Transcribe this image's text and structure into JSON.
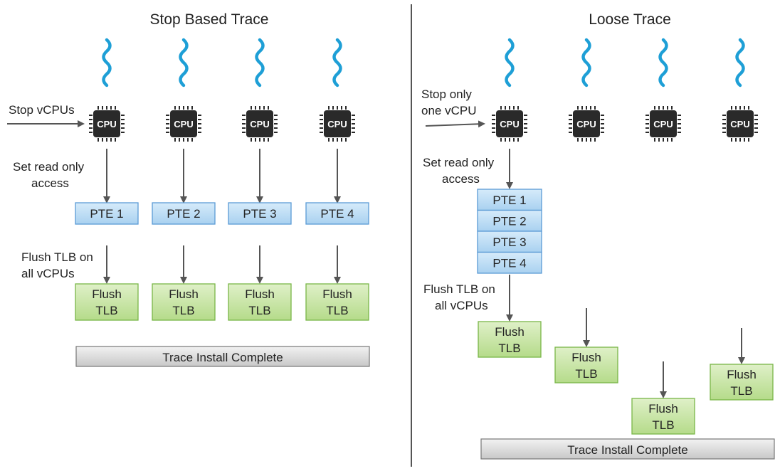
{
  "left_panel": {
    "title": "Stop Based Trace",
    "stop_label": "Stop vCPUs",
    "set_label": [
      "Set read only",
      "access"
    ],
    "flush_label": [
      "Flush TLB on",
      "all vCPUs"
    ],
    "cpu_label": "CPU",
    "ptes": [
      "PTE 1",
      "PTE 2",
      "PTE 3",
      "PTE 4"
    ],
    "flush_box": [
      "Flush",
      "TLB"
    ],
    "banner": "Trace Install Complete"
  },
  "right_panel": {
    "title": "Loose Trace",
    "stop_label": [
      "Stop only",
      "one vCPU"
    ],
    "set_label": [
      "Set read only",
      "access"
    ],
    "flush_label": [
      "Flush TLB on",
      "all vCPUs"
    ],
    "cpu_label": "CPU",
    "ptes": [
      "PTE 1",
      "PTE 2",
      "PTE 3",
      "PTE 4"
    ],
    "flush_box": [
      "Flush",
      "TLB"
    ],
    "banner": "Trace Install Complete"
  },
  "colors": {
    "wave": "#1e9fd6",
    "cpu": "#2a2a2a",
    "pte_fill": "#bcdcf3",
    "pte_stroke": "#5b9bd5",
    "flush_fill": "#c9e6a7",
    "flush_stroke": "#7ab648",
    "banner_fill": "#dcdcdc",
    "arrow": "#555555",
    "divider": "#555555"
  }
}
